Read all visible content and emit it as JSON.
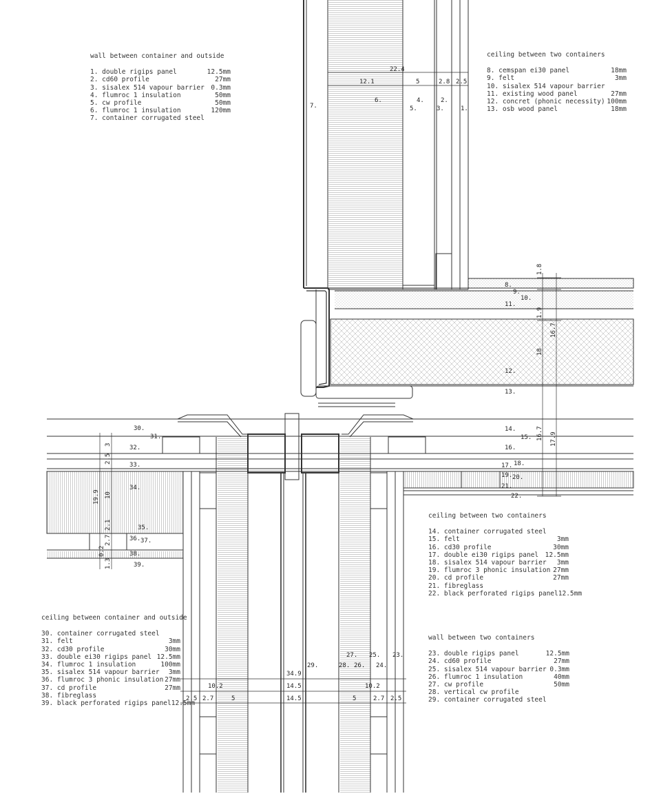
{
  "legends": {
    "wall_container_outside": {
      "title": "wall between container and outside",
      "items": [
        {
          "label": "1. double rigips panel",
          "value": "12.5mm"
        },
        {
          "label": "2. cd60 profile",
          "value": "27mm"
        },
        {
          "label": "3. sisalex 514 vapour barrier",
          "value": "0.3mm"
        },
        {
          "label": "4. flumroc 1 insulation",
          "value": "50mm"
        },
        {
          "label": "5. cw profile",
          "value": "50mm"
        },
        {
          "label": "6. flumroc 1 insulation",
          "value": "120mm"
        },
        {
          "label": "7. container corrugated steel",
          "value": ""
        }
      ]
    },
    "ceiling_two_containers_top": {
      "title": "ceiling between two containers",
      "items": [
        {
          "label": "8. cemspan ei30 panel",
          "value": "18mm"
        },
        {
          "label": "9. felt",
          "value": "3mm"
        },
        {
          "label": "10. sisalex 514 vapour barrier",
          "value": ""
        },
        {
          "label": "11. existing wood panel",
          "value": "27mm"
        },
        {
          "label": "12. concret (phonic necessity)",
          "value": "100mm"
        },
        {
          "label": "13. osb wood panel",
          "value": "18mm"
        }
      ]
    },
    "ceiling_two_containers_mid": {
      "title": "ceiling between two containers",
      "items": [
        {
          "label": "14. container corrugated steel",
          "value": ""
        },
        {
          "label": "15. felt",
          "value": "3mm"
        },
        {
          "label": "16. cd30 profile",
          "value": "30mm"
        },
        {
          "label": "17. double ei30 rigips panel",
          "value": "12.5mm"
        },
        {
          "label": "18. sisalex 514 vapour barrier",
          "value": "3mm"
        },
        {
          "label": "19. flumroc 3 phonic insulation",
          "value": "27mm"
        },
        {
          "label": "20. cd profile",
          "value": "27mm"
        },
        {
          "label": "21. fibreglass",
          "value": ""
        },
        {
          "label": "22. black perforated rigips panel",
          "value": "12.5mm"
        }
      ]
    },
    "ceiling_container_outside": {
      "title": "ceiling between container and outside",
      "items": [
        {
          "label": "30. container corrugated steel",
          "value": ""
        },
        {
          "label": "31. felt",
          "value": "3mm"
        },
        {
          "label": "32. cd30 profile",
          "value": "30mm"
        },
        {
          "label": "33. double ei30 rigips panel",
          "value": "12.5mm"
        },
        {
          "label": "34. flumroc 1 insulation",
          "value": "100mm"
        },
        {
          "label": "35. sisalex 514 vapour barrier",
          "value": "3mm"
        },
        {
          "label": "36. flumroc 3 phonic insulation",
          "value": "27mm"
        },
        {
          "label": "37. cd profile",
          "value": "27mm"
        },
        {
          "label": "38. fibreglass",
          "value": ""
        },
        {
          "label": "39. black perforated rigips panel",
          "value": "12.5mm"
        }
      ]
    },
    "wall_two_containers": {
      "title": "wall between two containers",
      "items": [
        {
          "label": "23. double rigips panel",
          "value": "12.5mm"
        },
        {
          "label": "24. cd60 profile",
          "value": "27mm"
        },
        {
          "label": "25. sisalex 514 vapour barrier",
          "value": "0.3mm"
        },
        {
          "label": "26. flumroc 1 insulation",
          "value": "40mm"
        },
        {
          "label": "27. cw profile",
          "value": "50mm"
        },
        {
          "label": "28. vertical cw profile",
          "value": ""
        },
        {
          "label": "29. container corrugated steel",
          "value": ""
        }
      ]
    }
  },
  "dims": {
    "top_total": "22.4",
    "top_a": "12.1",
    "top_b": "5",
    "top_c": "2.8",
    "top_d": "2.5",
    "right_v1": "1.8",
    "right_v2": "1.9",
    "right_v3": "18",
    "right_v4": "16.7",
    "right_v5": "16.7",
    "right_v6": "17.9",
    "left_v1": "3",
    "left_v2": "2.5",
    "left_v3": "10",
    "left_v4": "19.9",
    "left_v5": "2.1",
    "left_v6": "2.7",
    "left_v7": "1.3",
    "left_v8": "0.2",
    "bot_total": "34.9",
    "bot_l1": "10.2",
    "bot_mid1": "14.5",
    "bot_r1": "10.2",
    "bot_l_a": "2.5",
    "bot_l_b": "2.7",
    "bot_l_c": "5",
    "bot_mid2": "14.5",
    "bot_r_c": "5",
    "bot_r_b": "2.7",
    "bot_r_a": "2.5"
  },
  "callouts": {
    "n1": "1.",
    "n2": "2.",
    "n3": "3.",
    "n4": "4.",
    "n5": "5.",
    "n6": "6.",
    "n7": "7.",
    "n8": "8.",
    "n9": "9.",
    "n10": "10.",
    "n11": "11.",
    "n12": "12.",
    "n13": "13.",
    "n14": "14.",
    "n15": "15.",
    "n16": "16.",
    "n17": "17.",
    "n18": "18.",
    "n19": "19.",
    "n20": "20.",
    "n21": "21.",
    "n22": "22.",
    "n23": "23.",
    "n24": "24.",
    "n25": "25.",
    "n26": "26.",
    "n27": "27.",
    "n28": "28.",
    "n29": "29.",
    "n30": "30.",
    "n31": "31.",
    "n32": "32.",
    "n33": "33.",
    "n34": "34.",
    "n35": "35.",
    "n36": "36.",
    "n37": "37.",
    "n38": "38.",
    "n39": "39."
  }
}
